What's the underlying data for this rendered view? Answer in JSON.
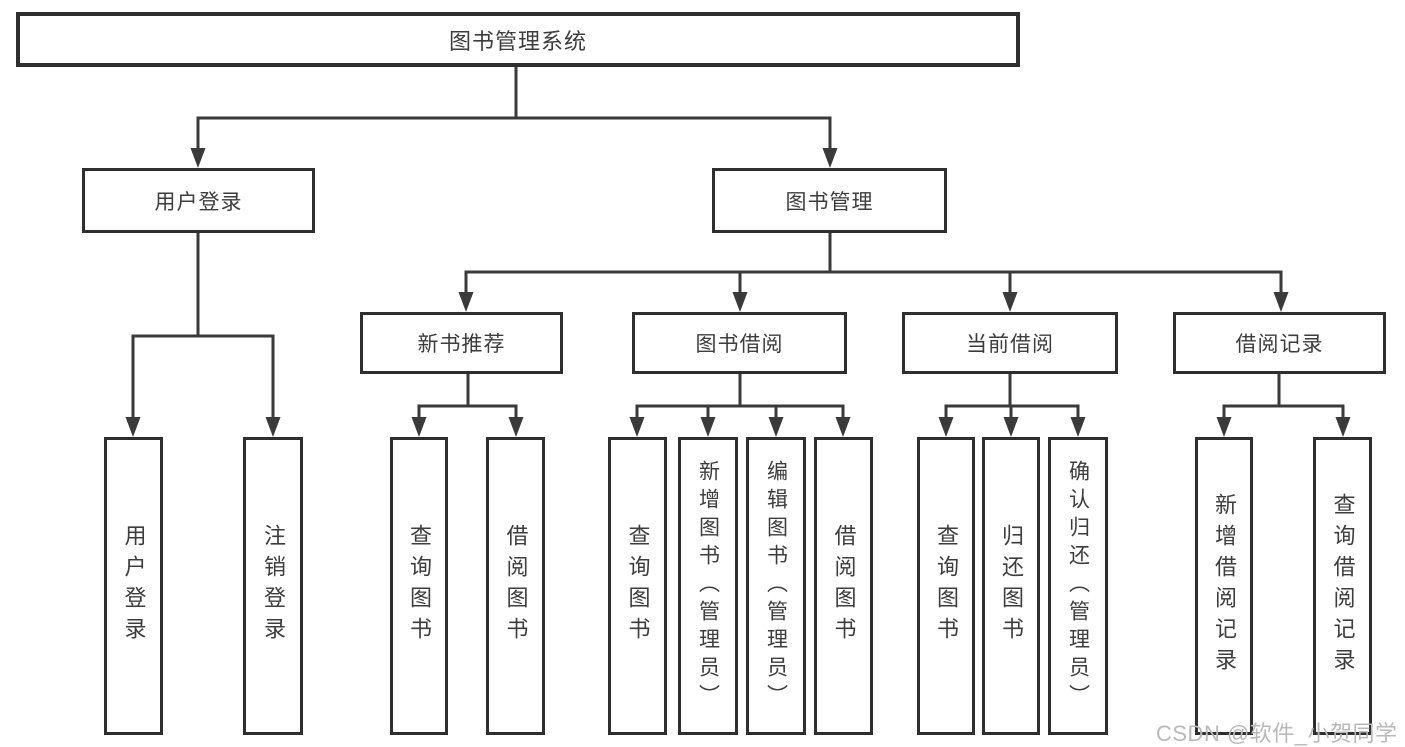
{
  "diagram": {
    "root": "图书管理系统",
    "level2": {
      "user_login": "用户登录",
      "book_mgmt": "图书管理"
    },
    "level3": {
      "new_books": "新书推荐",
      "borrow": "图书借阅",
      "current": "当前借阅",
      "records": "借阅记录"
    },
    "leaves": {
      "user_login": "用户登录",
      "logout": "注销登录",
      "query_book_1": "查询图书",
      "borrow_book_1": "借阅图书",
      "query_book_2": "查询图书",
      "add_book": "新增图书（管理员）",
      "edit_book": "编辑图书（管理员）",
      "borrow_book_2": "借阅图书",
      "query_book_3": "查询图书",
      "return_book": "归还图书",
      "confirm_return": "确认归还（管理员）",
      "add_record": "新增借阅记录",
      "query_record": "查询借阅记录"
    },
    "watermark": "CSDN @软件_小贺同学"
  },
  "colors": {
    "line": "#3a3a3a",
    "border": "#2e2e2e",
    "text": "#3d3d3d",
    "watermark": "#b9b9b9",
    "background": "#ffffff"
  }
}
